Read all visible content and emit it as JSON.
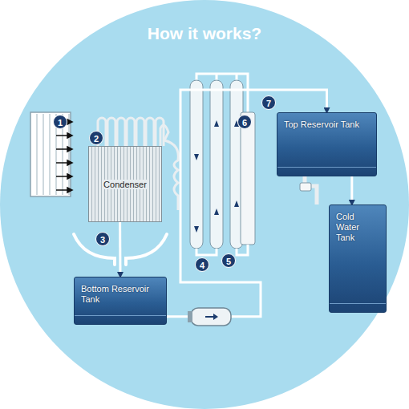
{
  "diagram": {
    "title": "How it works?",
    "nodes": [
      {
        "text": [
          "Condenser"
        ]
      },
      {
        "text": [
          "Bottom Reservoir Tank"
        ]
      },
      {
        "text": [
          "Top Reservoir Tank"
        ]
      },
      {
        "text": [
          "Cold Water Tank"
        ]
      }
    ],
    "edges": [
      {
        "from": 0,
        "to": 1,
        "arrow": "to"
      },
      {
        "from": 1,
        "to": 2,
        "arrow": "to"
      },
      {
        "from": 2,
        "to": 3,
        "arrow": "to"
      }
    ],
    "labels": [
      "1",
      "2",
      "3",
      "4",
      "5",
      "6",
      "7"
    ]
  }
}
